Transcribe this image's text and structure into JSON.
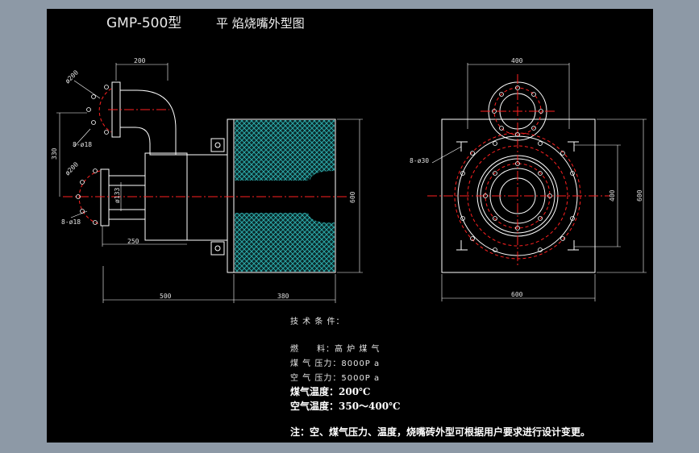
{
  "title": {
    "model": "GMP-500型",
    "name": "平 焰烧嘴外型图"
  },
  "dimensions": {
    "side_top_width": "200",
    "side_flange_dia_top": "ø200",
    "side_bolt_top": "8-ø18",
    "side_height": "330",
    "side_flange_dia_bottom": "ø200",
    "side_inner_dia": "ø133",
    "side_bolt_bottom": "8-ø18",
    "side_body_width": "250",
    "side_height_right": "600",
    "side_total_left": "500",
    "side_total_right": "380",
    "front_top_width": "400",
    "front_bolt": "8-ø30",
    "front_inner_height": "400",
    "front_outer_height": "600",
    "front_bottom_width": "600"
  },
  "notes": {
    "heading": "技 术 条 件：",
    "line1": "燃　　料：高 炉 煤 气",
    "line2": "煤 气 压力：8000P a",
    "line3": "空 气 压力：5000P a",
    "line4": "煤气温度：200℃",
    "line5": "空气温度：350～400℃",
    "remark": "注：空、煤气压力、温度，烧嘴砖外型可根据用户要求进行设计变更。"
  },
  "colors": {
    "background": "#000000",
    "frame": "#8d99a6",
    "line": "#ffffff",
    "center_line": "#ff2020",
    "hatch": "#2fb3b3"
  }
}
